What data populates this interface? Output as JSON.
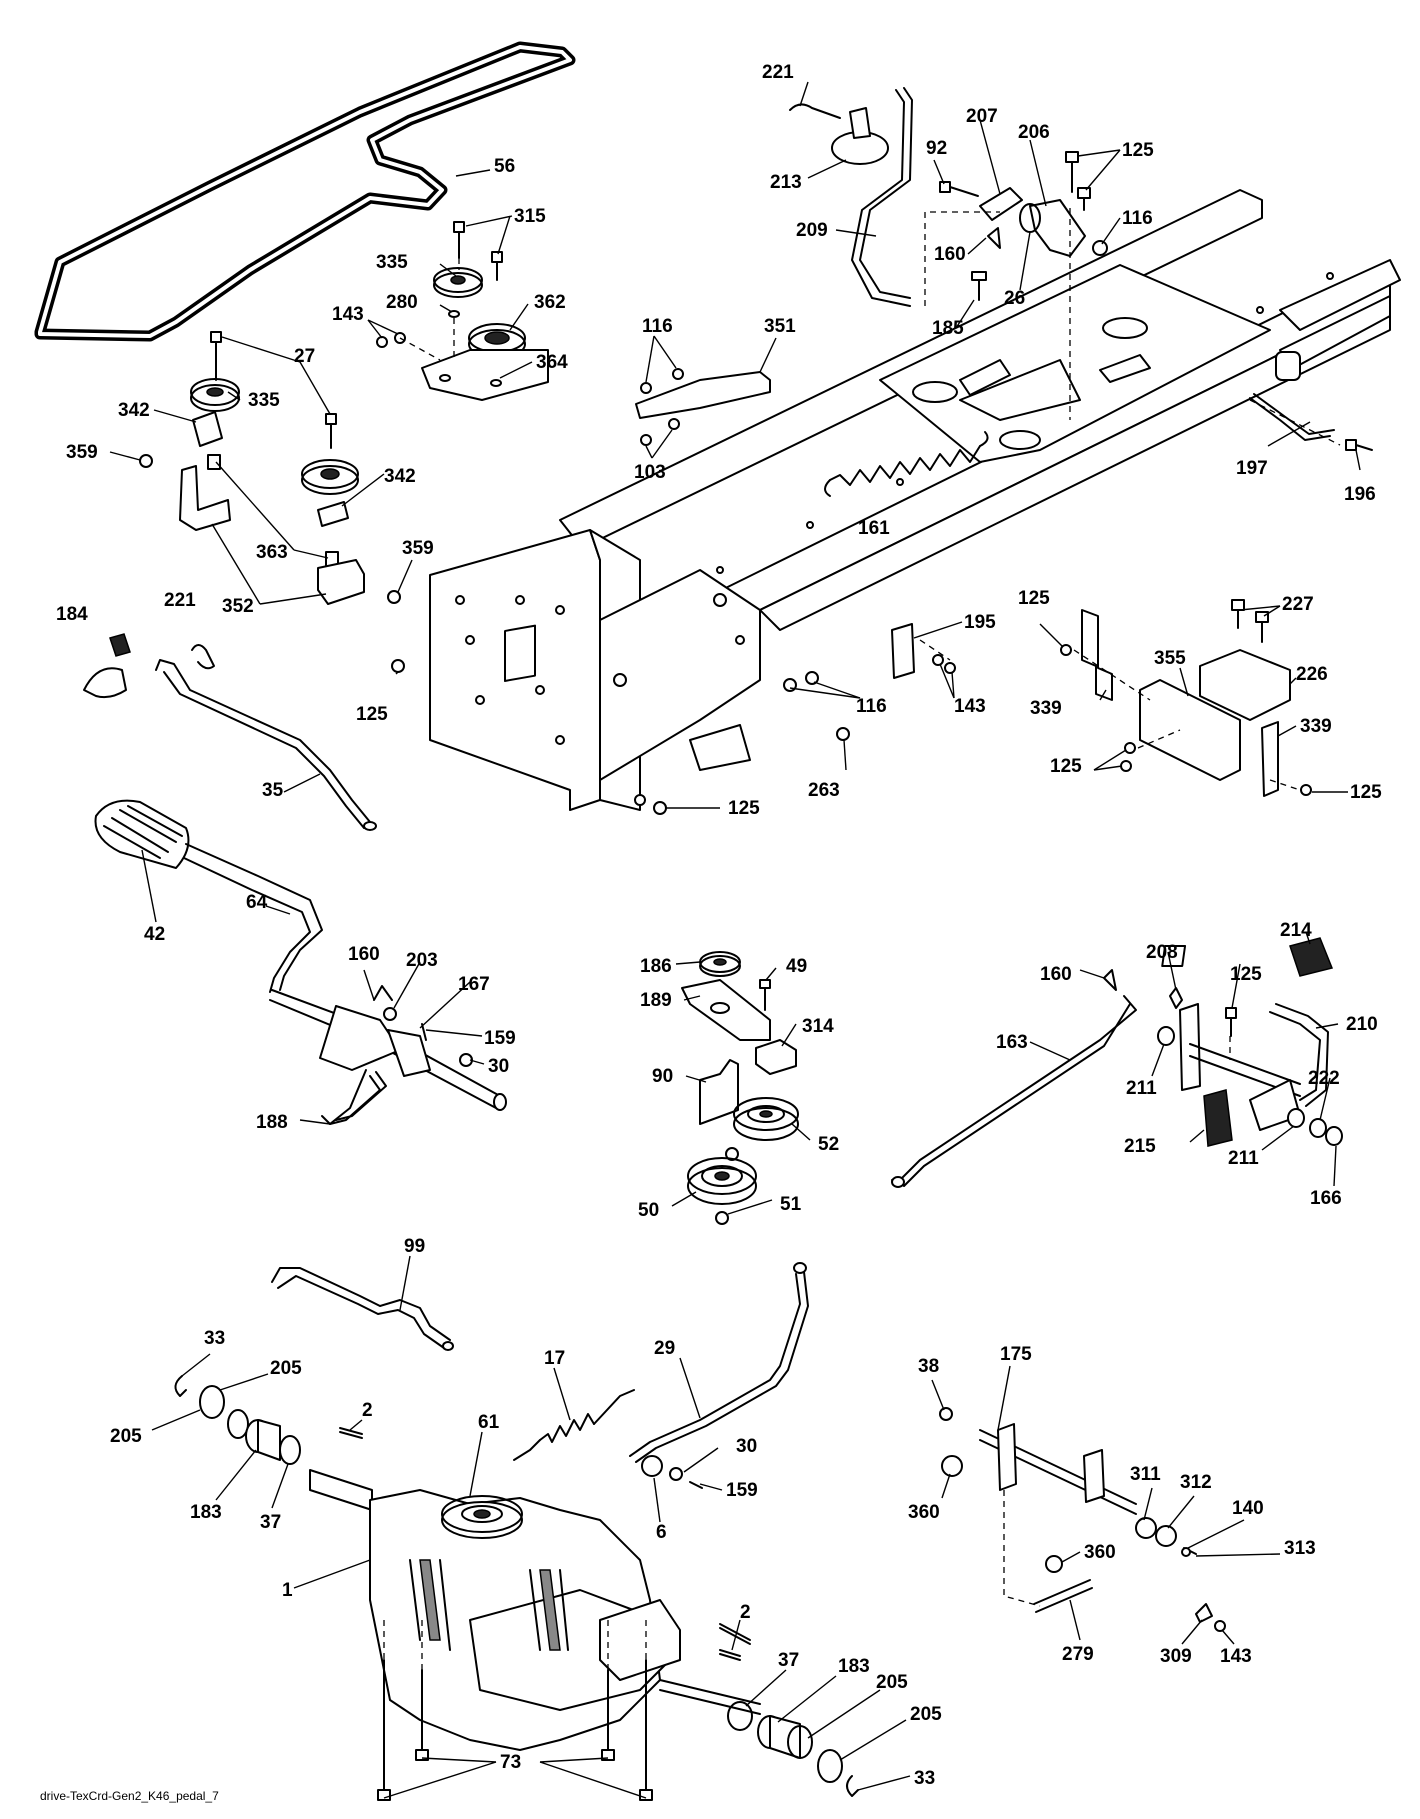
{
  "diagram": {
    "caption": "drive-TexCrd-Gen2_K46_pedal_7",
    "callouts": [
      {
        "id": "c56",
        "text": "56"
      },
      {
        "id": "c315",
        "text": "315"
      },
      {
        "id": "c335a",
        "text": "335"
      },
      {
        "id": "c280",
        "text": "280"
      },
      {
        "id": "c362",
        "text": "362"
      },
      {
        "id": "c143a",
        "text": "143"
      },
      {
        "id": "c364",
        "text": "364"
      },
      {
        "id": "c27",
        "text": "27"
      },
      {
        "id": "c342a",
        "text": "342"
      },
      {
        "id": "c335b",
        "text": "335"
      },
      {
        "id": "c359a",
        "text": "359"
      },
      {
        "id": "c342b",
        "text": "342"
      },
      {
        "id": "c363",
        "text": "363"
      },
      {
        "id": "c359b",
        "text": "359"
      },
      {
        "id": "c352",
        "text": "352"
      },
      {
        "id": "c184",
        "text": "184"
      },
      {
        "id": "c221a",
        "text": "221"
      },
      {
        "id": "c125a",
        "text": "125"
      },
      {
        "id": "c35",
        "text": "35"
      },
      {
        "id": "c221b",
        "text": "221"
      },
      {
        "id": "c213",
        "text": "213"
      },
      {
        "id": "c209",
        "text": "209"
      },
      {
        "id": "c207",
        "text": "207"
      },
      {
        "id": "c92",
        "text": "92"
      },
      {
        "id": "c206",
        "text": "206"
      },
      {
        "id": "c125b",
        "text": "125"
      },
      {
        "id": "c116a",
        "text": "116"
      },
      {
        "id": "c160a",
        "text": "160"
      },
      {
        "id": "c26",
        "text": "26"
      },
      {
        "id": "c185",
        "text": "185"
      },
      {
        "id": "c116b",
        "text": "116"
      },
      {
        "id": "c351",
        "text": "351"
      },
      {
        "id": "c103",
        "text": "103"
      },
      {
        "id": "c161",
        "text": "161"
      },
      {
        "id": "c197",
        "text": "197"
      },
      {
        "id": "c196",
        "text": "196"
      },
      {
        "id": "c195",
        "text": "195"
      },
      {
        "id": "c143b",
        "text": "143"
      },
      {
        "id": "c116c",
        "text": "116"
      },
      {
        "id": "c263",
        "text": "263"
      },
      {
        "id": "c125c",
        "text": "125"
      },
      {
        "id": "c125d",
        "text": "125"
      },
      {
        "id": "c227",
        "text": "227"
      },
      {
        "id": "c355",
        "text": "355"
      },
      {
        "id": "c226",
        "text": "226"
      },
      {
        "id": "c339a",
        "text": "339"
      },
      {
        "id": "c339b",
        "text": "339"
      },
      {
        "id": "c125e",
        "text": "125"
      },
      {
        "id": "c125f",
        "text": "125"
      },
      {
        "id": "c42",
        "text": "42"
      },
      {
        "id": "c64",
        "text": "64"
      },
      {
        "id": "c160b",
        "text": "160"
      },
      {
        "id": "c203",
        "text": "203"
      },
      {
        "id": "c167",
        "text": "167"
      },
      {
        "id": "c159a",
        "text": "159"
      },
      {
        "id": "c30a",
        "text": "30"
      },
      {
        "id": "c188",
        "text": "188"
      },
      {
        "id": "c186",
        "text": "186"
      },
      {
        "id": "c49",
        "text": "49"
      },
      {
        "id": "c189",
        "text": "189"
      },
      {
        "id": "c314",
        "text": "314"
      },
      {
        "id": "c90",
        "text": "90"
      },
      {
        "id": "c52",
        "text": "52"
      },
      {
        "id": "c50",
        "text": "50"
      },
      {
        "id": "c51",
        "text": "51"
      },
      {
        "id": "c214",
        "text": "214"
      },
      {
        "id": "c160c",
        "text": "160"
      },
      {
        "id": "c208",
        "text": "208"
      },
      {
        "id": "c125g",
        "text": "125"
      },
      {
        "id": "c163",
        "text": "163"
      },
      {
        "id": "c210",
        "text": "210"
      },
      {
        "id": "c211a",
        "text": "211"
      },
      {
        "id": "c222",
        "text": "222"
      },
      {
        "id": "c215",
        "text": "215"
      },
      {
        "id": "c211b",
        "text": "211"
      },
      {
        "id": "c166",
        "text": "166"
      },
      {
        "id": "c99",
        "text": "99"
      },
      {
        "id": "c33a",
        "text": "33"
      },
      {
        "id": "c205a",
        "text": "205"
      },
      {
        "id": "c205b",
        "text": "205"
      },
      {
        "id": "c2a",
        "text": "2"
      },
      {
        "id": "c183a",
        "text": "183"
      },
      {
        "id": "c37a",
        "text": "37"
      },
      {
        "id": "c17",
        "text": "17"
      },
      {
        "id": "c61",
        "text": "61"
      },
      {
        "id": "c29",
        "text": "29"
      },
      {
        "id": "c30b",
        "text": "30"
      },
      {
        "id": "c159b",
        "text": "159"
      },
      {
        "id": "c6",
        "text": "6"
      },
      {
        "id": "c1",
        "text": "1"
      },
      {
        "id": "c2b",
        "text": "2"
      },
      {
        "id": "c37b",
        "text": "37"
      },
      {
        "id": "c183b",
        "text": "183"
      },
      {
        "id": "c205c",
        "text": "205"
      },
      {
        "id": "c205d",
        "text": "205"
      },
      {
        "id": "c33b",
        "text": "33"
      },
      {
        "id": "c73",
        "text": "73"
      },
      {
        "id": "c38",
        "text": "38"
      },
      {
        "id": "c175",
        "text": "175"
      },
      {
        "id": "c360a",
        "text": "360"
      },
      {
        "id": "c311",
        "text": "311"
      },
      {
        "id": "c312",
        "text": "312"
      },
      {
        "id": "c140",
        "text": "140"
      },
      {
        "id": "c313",
        "text": "313"
      },
      {
        "id": "c360b",
        "text": "360"
      },
      {
        "id": "c279",
        "text": "279"
      },
      {
        "id": "c309",
        "text": "309"
      },
      {
        "id": "c143c",
        "text": "143"
      }
    ]
  }
}
